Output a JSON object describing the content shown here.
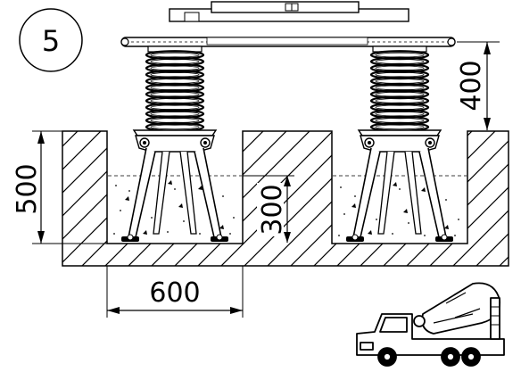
{
  "step_number": "5",
  "dimensions": {
    "spring_height": "400",
    "pit_depth": "500",
    "concrete_depth": "300",
    "pit_width": "600"
  },
  "icons": {
    "step_badge": "circled-step-number",
    "level": "spirit-level-icon",
    "truck": "concrete-mixer-truck-icon"
  },
  "colors": {
    "line": "#000000",
    "background": "#ffffff"
  }
}
